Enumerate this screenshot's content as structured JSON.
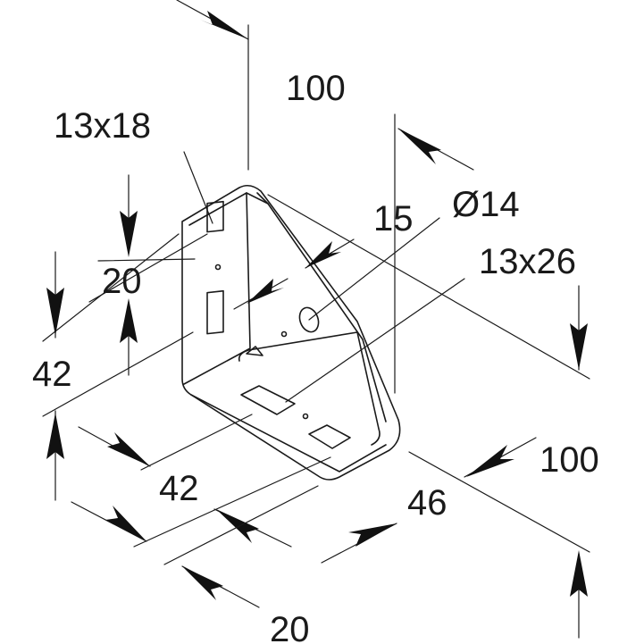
{
  "dimensions": {
    "top_width": "100",
    "slot_top": "13x18",
    "slot_vertical_pitch": "20",
    "edge_distance": "15",
    "hole_diameter": "Ø14",
    "slot_side": "13x26",
    "left_height": "42",
    "base_depth": "42",
    "base_width": "46",
    "right_height": "100",
    "bottom_pitch": "20"
  },
  "colors": {
    "line": "#1a1a1a",
    "background": "#ffffff"
  }
}
